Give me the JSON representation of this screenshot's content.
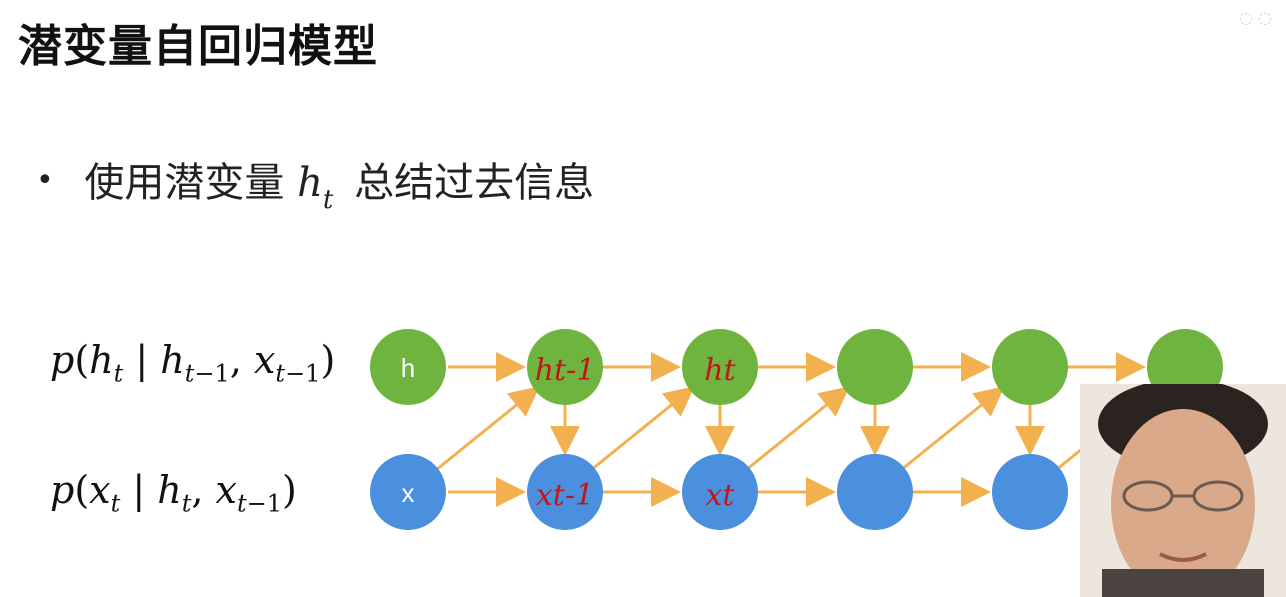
{
  "title": "潜变量自回归模型",
  "bullet": {
    "text_before": "使用潜变量",
    "var": "h",
    "var_sub": "t",
    "text_after": "总结过去信息"
  },
  "equations": {
    "eq1": "p(h_t | h_{t−1}, x_{t−1})",
    "eq2": "p(x_t | h_t, x_{t−1})"
  },
  "nodes": {
    "h_label": "h",
    "x_label": "x",
    "handwritten": {
      "h_prev": "ht-1",
      "h_cur": "ht",
      "x_prev": "xt-1",
      "x_cur": "xt"
    }
  },
  "colors": {
    "green": "#6fb43e",
    "blue": "#4a90df",
    "arrow": "#f2b04f",
    "handwriting": "#c01818"
  }
}
